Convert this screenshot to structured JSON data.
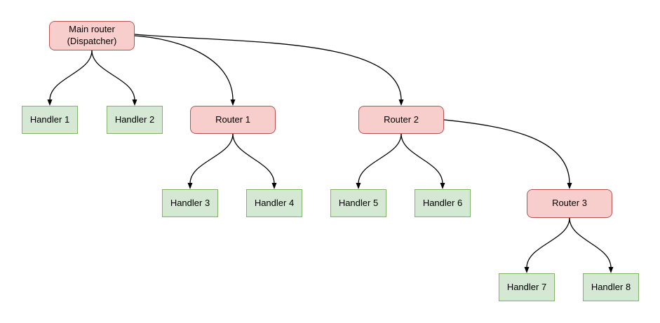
{
  "diagram": {
    "kind": "tree-flowchart",
    "colors": {
      "router_fill": "#f8cecc",
      "router_border": "#b85450",
      "handler_fill": "#d5e8d4",
      "handler_border": "#82b366",
      "edge_stroke": "#000000",
      "background": "#ffffff",
      "text": "#000000"
    },
    "nodes": [
      {
        "id": "main-router",
        "label": "Main router\n(Dispatcher)",
        "kind": "router"
      },
      {
        "id": "handler-1",
        "label": "Handler 1",
        "kind": "handler"
      },
      {
        "id": "handler-2",
        "label": "Handler 2",
        "kind": "handler"
      },
      {
        "id": "router-1",
        "label": "Router 1",
        "kind": "router"
      },
      {
        "id": "router-2",
        "label": "Router 2",
        "kind": "router"
      },
      {
        "id": "handler-3",
        "label": "Handler 3",
        "kind": "handler"
      },
      {
        "id": "handler-4",
        "label": "Handler 4",
        "kind": "handler"
      },
      {
        "id": "handler-5",
        "label": "Handler 5",
        "kind": "handler"
      },
      {
        "id": "handler-6",
        "label": "Handler 6",
        "kind": "handler"
      },
      {
        "id": "router-3",
        "label": "Router 3",
        "kind": "router"
      },
      {
        "id": "handler-7",
        "label": "Handler 7",
        "kind": "handler"
      },
      {
        "id": "handler-8",
        "label": "Handler 8",
        "kind": "handler"
      }
    ],
    "edges": [
      {
        "from": "main-router",
        "to": "handler-1"
      },
      {
        "from": "main-router",
        "to": "handler-2"
      },
      {
        "from": "main-router",
        "to": "router-1"
      },
      {
        "from": "main-router",
        "to": "router-2"
      },
      {
        "from": "router-1",
        "to": "handler-3"
      },
      {
        "from": "router-1",
        "to": "handler-4"
      },
      {
        "from": "router-2",
        "to": "handler-5"
      },
      {
        "from": "router-2",
        "to": "handler-6"
      },
      {
        "from": "router-2",
        "to": "router-3"
      },
      {
        "from": "router-3",
        "to": "handler-7"
      },
      {
        "from": "router-3",
        "to": "handler-8"
      }
    ]
  }
}
